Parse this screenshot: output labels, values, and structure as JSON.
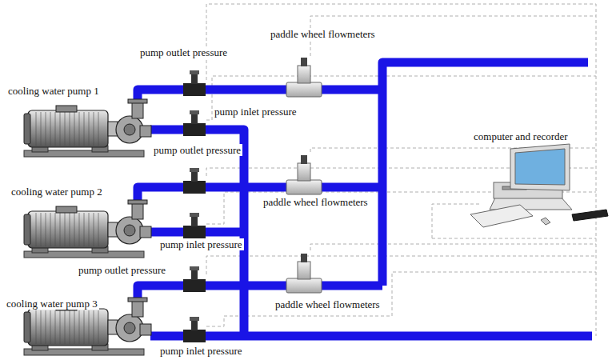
{
  "diagram": {
    "labels": [
      "paddle wheel flowmeters",
      "pump outlet pressure",
      "cooling water pump 1",
      "pump inlet pressure",
      "computer and recorder",
      "pump outlet pressure",
      "cooling water pump 2",
      "paddle wheel flowmeters",
      "pump inlet pressure",
      "pump outlet pressure",
      "cooling water pump 3",
      "paddle wheel flowmeters",
      "pump inlet pressure"
    ]
  }
}
